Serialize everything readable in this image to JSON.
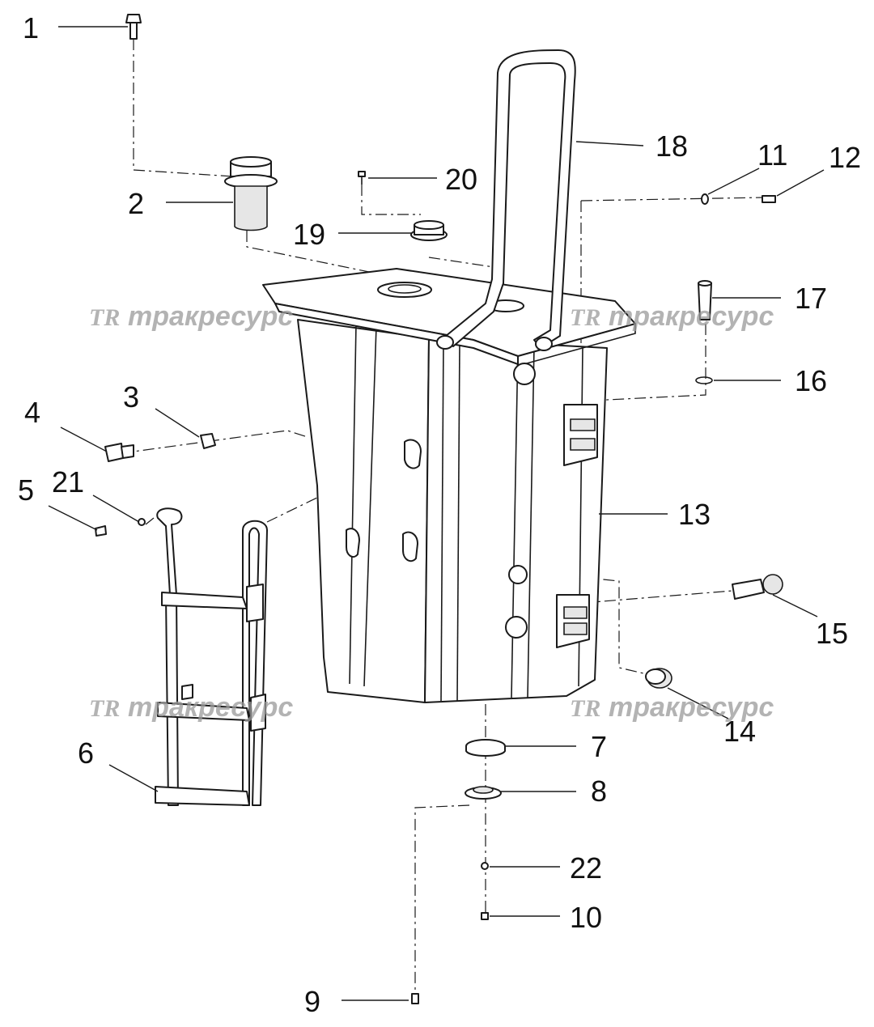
{
  "watermark": {
    "logo": "TR",
    "text": "тракресурс"
  },
  "callouts": [
    "1",
    "2",
    "3",
    "4",
    "5",
    "6",
    "7",
    "8",
    "9",
    "10",
    "11",
    "12",
    "13",
    "14",
    "15",
    "16",
    "17",
    "18",
    "19",
    "20",
    "21",
    "22"
  ],
  "colors": {
    "line": "#1a1a1a",
    "watermark": "#9a9a9a",
    "background": "#ffffff"
  }
}
